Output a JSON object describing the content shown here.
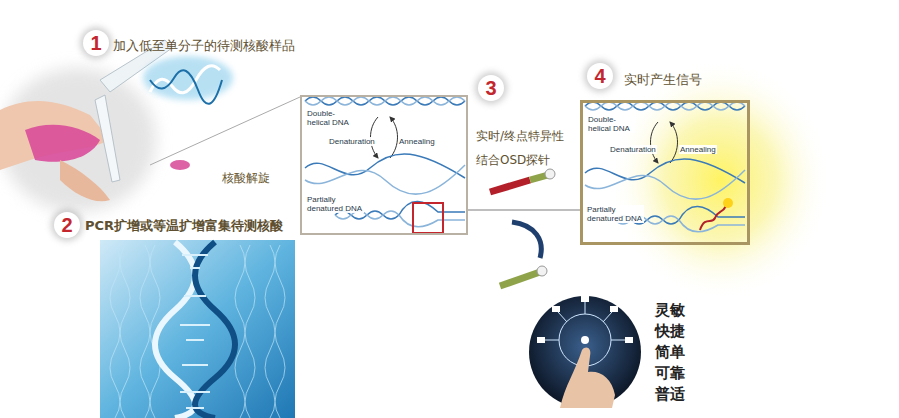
{
  "diagram": {
    "nodes": [
      {
        "text": [
          "Double-helical DNA",
          "Denaturation",
          "Annealing",
          "Partially denatured DNA"
        ]
      },
      {
        "text": [
          "Double-helical DNA",
          "Denaturation",
          "Annealing",
          "Partially denatured DNA"
        ]
      }
    ],
    "edges": [
      {
        "from": 0,
        "to": 1,
        "arrow": "none"
      }
    ],
    "labels": [
      "1",
      "加入低至单分子的待测核酸样品",
      "核酸解旋",
      "2",
      "PCR扩增或等温扩增富集待测核酸",
      "3",
      "实时/终点特异性 结合OSD探针",
      "4",
      "实时产生信号",
      "灵敏 快捷 简单 可靠 普适"
    ]
  }
}
